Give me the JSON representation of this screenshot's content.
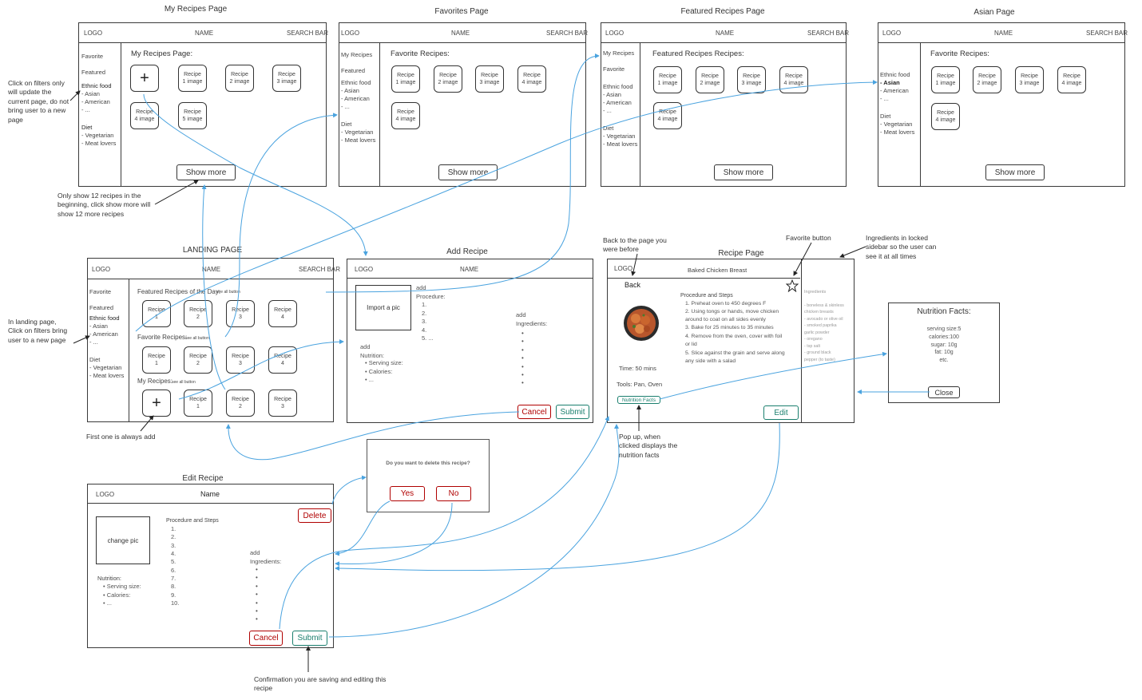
{
  "labels": {
    "logo": "LOGO",
    "name": "NAME",
    "search_bar": "SEARCH BAR",
    "show_more": "Show more"
  },
  "sidebar": {
    "favorite": "Favorite",
    "featured": "Featured",
    "my_recipes": "My Recipes",
    "ethnic_food": "Ethnic food",
    "asian": "- Asian",
    "american": "- American",
    "ellipsis": "- ...",
    "diet": "Diet",
    "vegetarian": "- Vegetarian",
    "meat_lovers": "- Meat lovers"
  },
  "my_recipes_page": {
    "title": "My Recipes Page",
    "heading": "My Recipes Page:",
    "cards": [
      "Recipe\n1 image",
      "Recipe\n2 image",
      "Recipe\n3 image",
      "Recipe\n4 image",
      "Recipe\n5 image"
    ]
  },
  "favorites_page": {
    "title": "Favorites Page",
    "heading": "Favorite Recipes:",
    "cards": [
      "Recipe\n1 image",
      "Recipe\n2 image",
      "Recipe\n3 image",
      "Recipe\n4 image",
      "Recipe\n4 image"
    ]
  },
  "featured_page": {
    "title": "Featured Recipes Page",
    "heading": "Featured Recipes Recipes:",
    "cards": [
      "Recipe\n1 image",
      "Recipe\n2 image",
      "Recipe\n3 image",
      "Recipe\n4 image",
      "Recipe\n4 image"
    ]
  },
  "asian_page": {
    "title": "Asian Page",
    "heading": "Favorite Recipes:",
    "cards": [
      "Recipe\n1 image",
      "Recipe\n2 image",
      "Recipe\n3 image",
      "Recipe\n4 image",
      "Recipe\n4 image"
    ]
  },
  "landing_page": {
    "title": "LANDING PAGE",
    "featured_label": "Featured Recipes of the Day:",
    "favorite_label": "Favorite Recipes:",
    "my_label": "My Recipes:",
    "see_all": "see all button",
    "featured_cards": [
      "Recipe\n1",
      "Recipe\n2",
      "Recipe\n3",
      "Recipe\n4"
    ],
    "favorite_cards": [
      "Recipe\n1",
      "Recipe\n2",
      "Recipe\n3",
      "Recipe\n4"
    ],
    "my_cards": [
      "Recipe\n1",
      "Recipe\n2",
      "Recipe\n3"
    ]
  },
  "add_recipe": {
    "title": "Add Recipe",
    "import_pic": "Import a pic",
    "add": "add",
    "procedure": "Procedure:",
    "procedure_items": "1.\n2.\n3.\n4.\n5. ...",
    "add_ingredients": "add\nIngredients:",
    "ingredient_dots": "•\n•\n•\n•\n•\n•\n•",
    "add_nutrition": "add\nNutrition:",
    "nutrition_items": "•  Serving size:\n•  Calories:\n•  ...",
    "cancel": "Cancel",
    "submit": "Submit"
  },
  "recipe_page": {
    "title": "Recipe Page",
    "recipe_name": "Baked Chicken Breast",
    "back": "Back",
    "procedure_heading": "Procedure and Steps",
    "steps": [
      "1. Preheat oven to 450 degrees F",
      "2. Using tongs or hands, move chicken\n    around to coat on all sides evenly",
      "3. Bake for 25 minutes to 35 minutes",
      "4. Remove from the oven, cover with foil\n    or lid",
      "5. Slice against the grain and serve along\n    any side with a salad"
    ],
    "time": "Time: 50 mins",
    "tools": "Tools: Pan, Oven",
    "nutrition_facts_btn": "Nutrition Facts",
    "edit": "Edit",
    "ingredients_heading": "Ingredients",
    "ingredients": "- boneless & skinless\nchicken breasts\n- avocado or olive oil\n- smoked paprika\ngarlic powder\n- oregano\n- tsp salt\n- ground black\npepper (to taste)"
  },
  "nutrition_popup": {
    "title": "Nutrition Facts:",
    "items": "serving size:5\ncalories:100\nsugar: 10g\nfat: 10g\netc.",
    "close": "Close"
  },
  "edit_recipe": {
    "title": "Edit Recipe",
    "name": "Name",
    "delete": "Delete",
    "change_pic": "change pic",
    "procedure_heading": "Procedure and Steps",
    "procedure_items": "1.\n2.\n3.\n4.\n5.\n6.\n7.\n8.\n9.\n10.",
    "add_ingredients": "add\nIngredients:",
    "ingredient_dots": "•\n•\n•\n•\n•\n•\n•",
    "nutrition": "Nutrition:",
    "nutrition_items": "•  Serving size:\n•  Calories:\n•  ...",
    "cancel": "Cancel",
    "submit": "Submit"
  },
  "delete_dialog": {
    "question": "Do you want to delete this recipe?",
    "yes": "Yes",
    "no": "No"
  },
  "annotations": {
    "filters_only": "Click on filters only will update the current page, do not bring user to a new page",
    "show_12": "Only show 12 recipes in the beginning, click show more will show 12 more recipes",
    "landing_filters": "In landing page, Click on filters bring user to a new page",
    "first_add": "First one is always add",
    "back_note": "Back to the page you were before",
    "favorite_button": "Favorite button",
    "ingredients_locked": "Ingredients in locked sidebar so the user can see it at all times",
    "popup_note": "Pop up, when clicked displays the nutrition facts",
    "confirmation": "Confirmation you are saving and editing this recipe"
  },
  "colors": {
    "arrow": "#4aa3df",
    "cancel_red": "#b00000",
    "submit_teal": "#1a7f6e",
    "frame": "#3a3a3a"
  }
}
